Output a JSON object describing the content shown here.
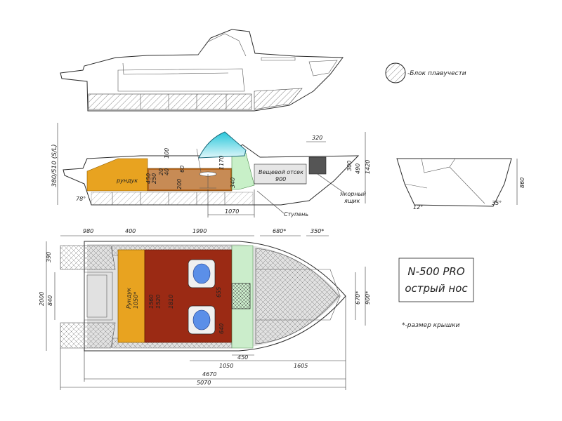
{
  "legend": {
    "float_block": "-Блок плавучести"
  },
  "title_box": {
    "model": "N-500 PRO",
    "subtitle": "острый нос"
  },
  "note": {
    "cover_size": "*-размер крышки"
  },
  "side_view": {
    "height_label": "380/510 (S/L)",
    "rundyk": "рундук",
    "storage": "Вещевой отсек",
    "anchor_box_1": "Якорный",
    "anchor_box_2": "ящик",
    "step": "Ступень",
    "angle": "78°",
    "dims": {
      "d320": "320",
      "d300": "300",
      "d490": "490",
      "d1420": "1420",
      "d900": "900",
      "d100": "100",
      "d60": "60",
      "d200": "200",
      "d250": "250",
      "d340": "340",
      "d1170": "1170",
      "d1070": "1070",
      "d20": "20",
      "d40": "40",
      "d450": "450"
    }
  },
  "cross_section": {
    "d860": "860",
    "a12": "12°",
    "a35": "35°"
  },
  "top_view": {
    "rundyk": "Рундук",
    "rundyk_dim": "1050*",
    "dims": {
      "d980": "980",
      "d400": "400",
      "d1990": "1990",
      "d680": "680*",
      "d350": "350*",
      "d390": "390",
      "d2000": "2000",
      "d840": "840",
      "d1560": "1560",
      "d1520": "1520",
      "d1810": "1810",
      "d655": "655",
      "d640": "640",
      "d670": "670*",
      "d900": "900*",
      "d1050": "1050",
      "d450": "450",
      "d1605": "1605",
      "d4670": "4670",
      "d5070": "5070"
    }
  }
}
